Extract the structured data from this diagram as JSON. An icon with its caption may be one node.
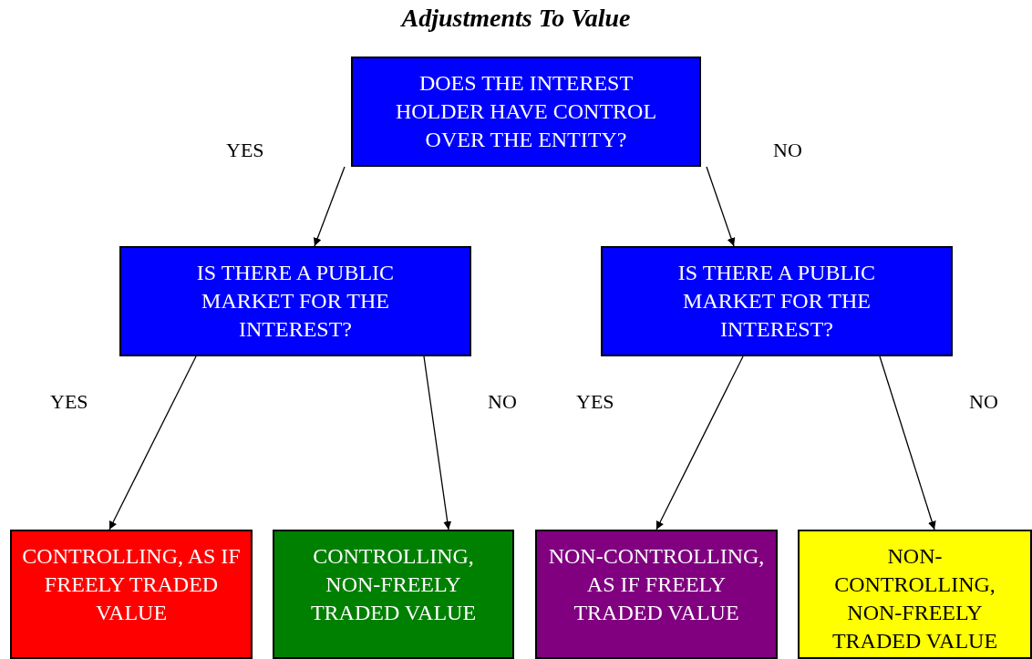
{
  "diagram": {
    "title": "Adjustments To Value",
    "nodes": [
      {
        "text": [
          "DOES THE INTEREST HOLDER HAVE CONTROL OVER THE ENTITY?"
        ]
      },
      {
        "text": [
          "IS THERE A PUBLIC MARKET FOR THE INTEREST?"
        ]
      },
      {
        "text": [
          "IS THERE A PUBLIC MARKET FOR THE INTEREST?"
        ]
      },
      {
        "text": [
          "CONTROLLING, AS IF FREELY TRADED VALUE"
        ]
      },
      {
        "text": [
          "CONTROLLING, NON-FREELY TRADED VALUE"
        ]
      },
      {
        "text": [
          "NON-CONTROLLING, AS IF FREELY TRADED VALUE"
        ]
      },
      {
        "text": [
          "NON-CONTROLLING, NON-FREELY TRADED VALUE"
        ]
      }
    ],
    "edges": [
      {
        "from": 0,
        "to": 1,
        "arrow": "to",
        "label": "YES"
      },
      {
        "from": 0,
        "to": 2,
        "arrow": "to",
        "label": "NO"
      },
      {
        "from": 1,
        "to": 3,
        "arrow": "to",
        "label": "YES"
      },
      {
        "from": 1,
        "to": 4,
        "arrow": "to",
        "label": "NO"
      },
      {
        "from": 2,
        "to": 5,
        "arrow": "to",
        "label": "YES"
      },
      {
        "from": 2,
        "to": 6,
        "arrow": "to",
        "label": "NO"
      }
    ]
  }
}
